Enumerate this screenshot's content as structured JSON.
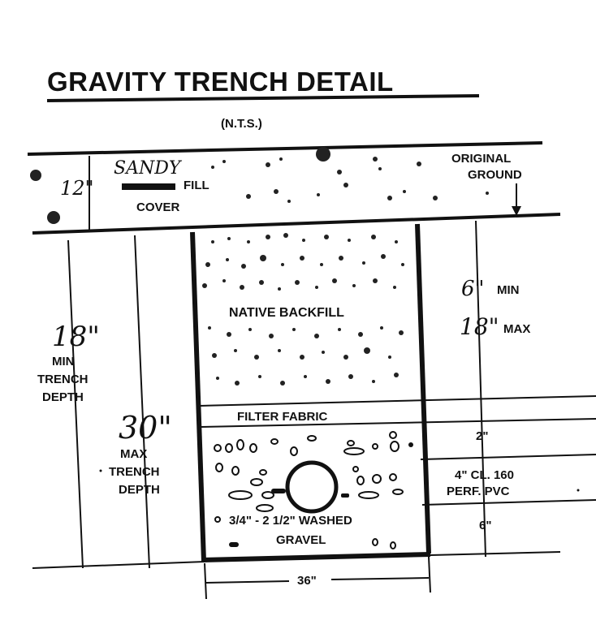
{
  "title": "GRAVITY TRENCH DETAIL",
  "scale_note": "(N.T.S.)",
  "cover": {
    "thickness": "12\"",
    "material_handwritten": "SANDY",
    "fill_label": "FILL",
    "cover_label": "COVER",
    "original_ground_line1": "ORIGINAL",
    "original_ground_line2": "GROUND"
  },
  "layers": {
    "native_backfill": "NATIVE BACKFILL",
    "filter_fabric": "FILTER FABRIC",
    "gravel_line1": "3/4\" - 2 1/2\" WASHED",
    "gravel_line2": "GRAVEL"
  },
  "right_dims": {
    "backfill_min": "6\"",
    "backfill_min_label": "MIN",
    "backfill_max": "18\"",
    "backfill_max_label": "MAX",
    "fabric_to_pipe": "2\"",
    "pipe_line1": "4\" CL. 160",
    "pipe_line2": "PERF. PVC",
    "below_pipe": "6\""
  },
  "left_dims": {
    "min_depth_value": "18\"",
    "min_label": "MIN",
    "min_trench": "TRENCH",
    "min_depth": "DEPTH",
    "max_depth_value": "30\"",
    "max_label": "MAX",
    "max_trench": "TRENCH",
    "max_depth": "DEPTH"
  },
  "width_dim": "36\""
}
